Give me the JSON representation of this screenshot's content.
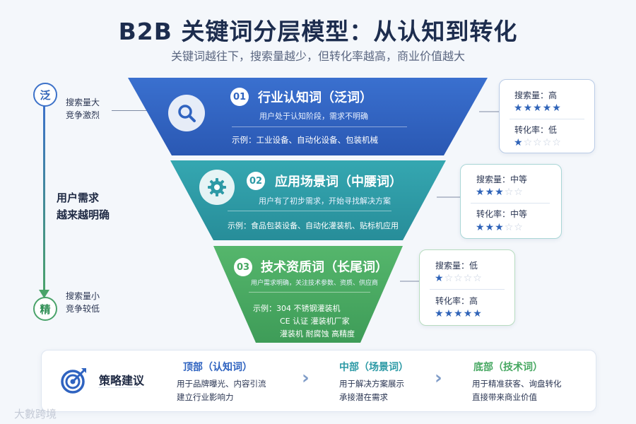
{
  "header": {
    "title": "B2B 关键词分层模型：从认知到转化",
    "subtitle": "关键词越往下，搜索量越少，但转化率越高，商业价值越大"
  },
  "axis": {
    "top_char": "泛",
    "top_note_1": "搜索量大",
    "top_note_2": "竞争激烈",
    "mid_1": "用户需求",
    "mid_2": "越来越明确",
    "bottom_char": "精",
    "bottom_note_1": "搜索量小",
    "bottom_note_2": "竞争较低"
  },
  "layers": [
    {
      "num": "01",
      "title": "行业认知词（泛词）",
      "desc": "用户处于认知阶段，需求不明确",
      "example": "示例：工业设备、自动化设备、包装机械",
      "icon": "search-icon",
      "color": "#2f63c0"
    },
    {
      "num": "02",
      "title": "应用场景词（中腰词）",
      "desc": "用户有了初步需求，开始寻找解决方案",
      "example": "示例：食品包装设备、自动化灌装机、贴标机应用",
      "icon": "gear-icon",
      "color": "#2d9aa6"
    },
    {
      "num": "03",
      "title": "技术资质词（长尾词）",
      "desc": "用户需求明确，关注技术参数、资质、供应商",
      "example_lines": [
        "示例：304 不锈钢灌装机",
        "CE 认证 灌装机厂家",
        "灌装机 耐腐蚀 高精度"
      ],
      "color": "#47a862"
    }
  ],
  "metrics": [
    {
      "search_label": "搜索量：高",
      "search_stars": 5,
      "conv_label": "转化率：低",
      "conv_stars": 1
    },
    {
      "search_label": "搜索量：中等",
      "search_stars": 3,
      "conv_label": "转化率：中等",
      "conv_stars": 3
    },
    {
      "search_label": "搜索量：低",
      "search_stars": 1,
      "conv_label": "转化率：高",
      "conv_stars": 5
    }
  ],
  "strategy": {
    "title": "策略建议",
    "icon": "target-icon",
    "columns": [
      {
        "heading": "顶部（认知词）",
        "line1": "用于品牌曝光、内容引流",
        "line2": "建立行业影响力"
      },
      {
        "heading": "中部（场景词）",
        "line1": "用于解决方案展示",
        "line2": "承接潜在需求"
      },
      {
        "heading": "底部（技术词）",
        "line1": "用于精准获客、询盘转化",
        "line2": "直接带来商业价值"
      }
    ]
  },
  "watermark": "大數跨境",
  "colors": {
    "blue": "#2f63c0",
    "teal": "#2d9aa6",
    "green": "#47a862",
    "star_filled": "#2f63b8",
    "star_empty": "#c5cfdf"
  }
}
